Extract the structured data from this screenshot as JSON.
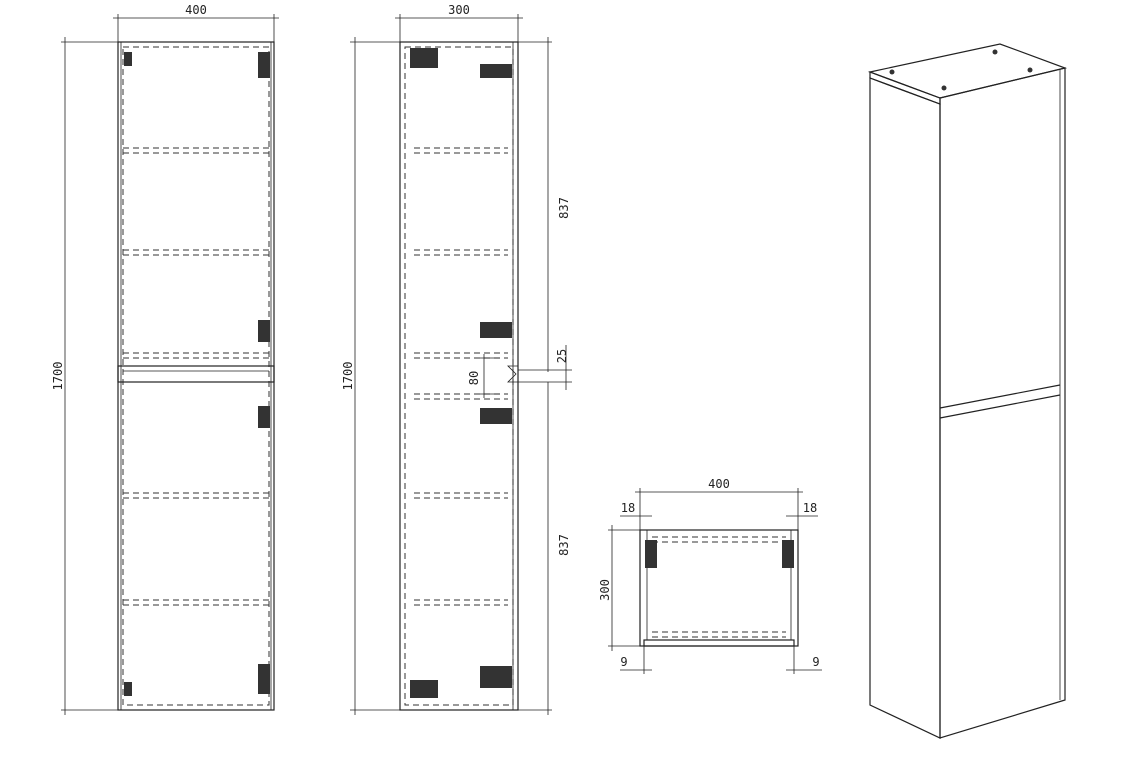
{
  "front_view": {
    "width_label": "400",
    "height_label": "1700"
  },
  "side_view": {
    "depth_label": "300",
    "height_label": "1700",
    "upper_label": "837",
    "lower_label": "837",
    "gap_label": "25",
    "rail_label": "80"
  },
  "top_view": {
    "width_label": "400",
    "depth_label": "300",
    "left_thickness": "18",
    "right_thickness": "18",
    "left_offset": "9",
    "right_offset": "9"
  }
}
